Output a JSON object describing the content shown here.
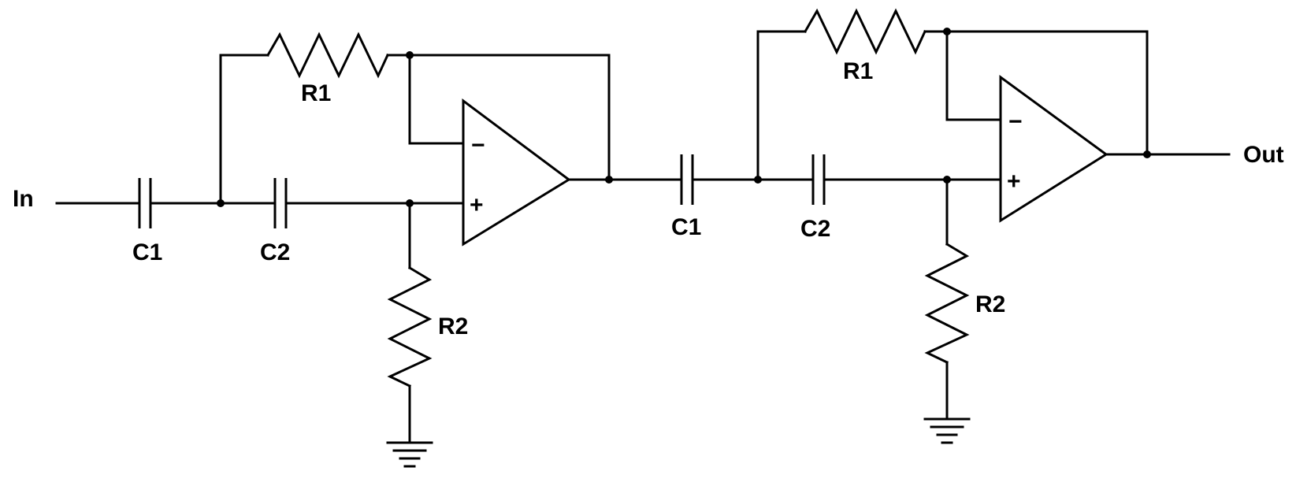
{
  "labels": {
    "input": "In",
    "output": "Out",
    "stage1": {
      "c1": "C1",
      "c2": "C2",
      "r1": "R1",
      "r2": "R2"
    },
    "stage2": {
      "c1": "C1",
      "c2": "C2",
      "r1": "R1",
      "r2": "R2"
    }
  },
  "opamp": {
    "inverting": "−",
    "non_inverting": "+"
  }
}
